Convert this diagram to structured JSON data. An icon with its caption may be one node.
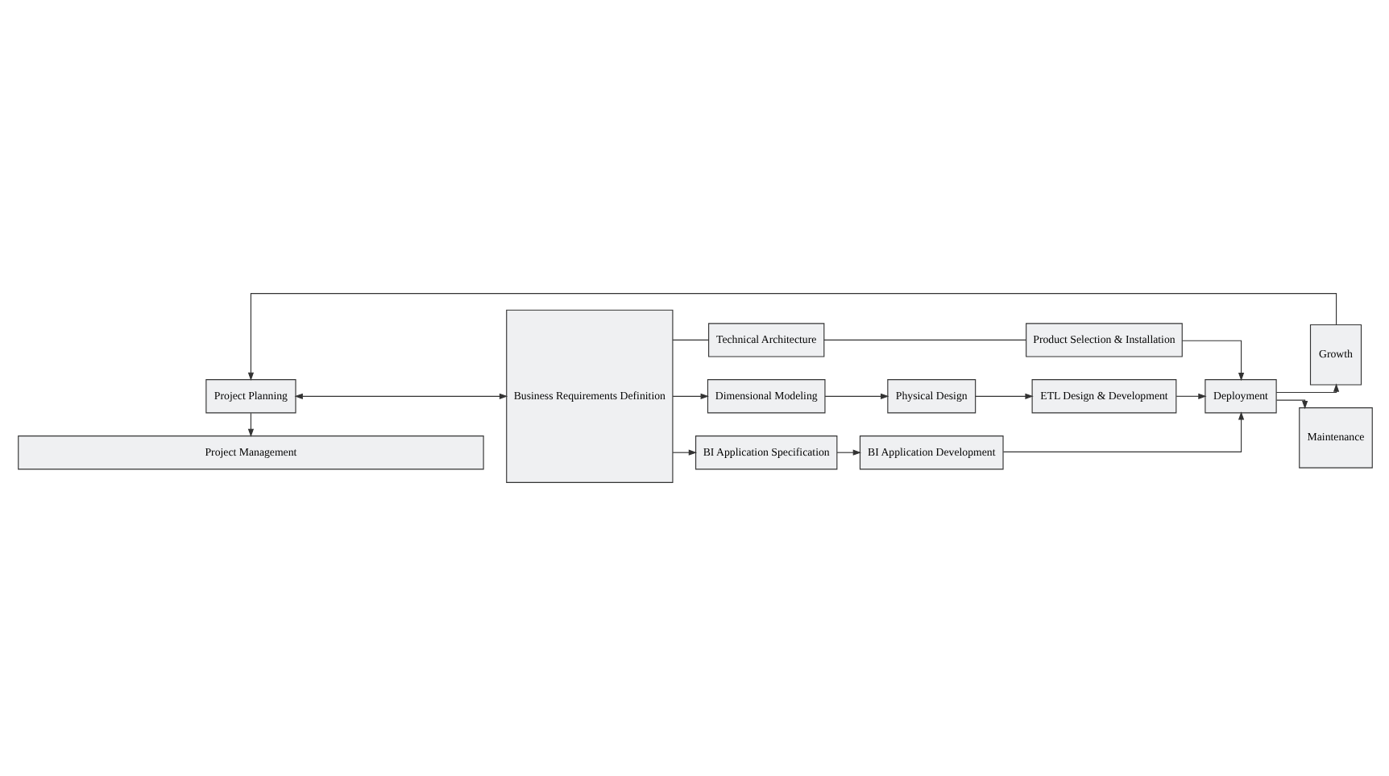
{
  "diagram": {
    "nodes": [
      {
        "text": [
          "Project Planning"
        ]
      },
      {
        "text": [
          "Business Requirements Definition"
        ]
      },
      {
        "text": [
          "Technical Architecture"
        ]
      },
      {
        "text": [
          "Product Selection & Installation"
        ]
      },
      {
        "text": [
          "Dimensional Modeling"
        ]
      },
      {
        "text": [
          "Physical Design"
        ]
      },
      {
        "text": [
          "ETL Design & Development"
        ]
      },
      {
        "text": [
          "BI Application Specification"
        ]
      },
      {
        "text": [
          "BI Application Development"
        ]
      },
      {
        "text": [
          "Deployment"
        ]
      },
      {
        "text": [
          "Growth"
        ]
      },
      {
        "text": [
          "Maintenance"
        ]
      },
      {
        "text": [
          "Project Management"
        ]
      }
    ],
    "edges": [
      {
        "from": 0,
        "to": 1,
        "arrow": "both"
      },
      {
        "from": 1,
        "to": 2,
        "arrow": "none"
      },
      {
        "from": 2,
        "to": 3,
        "arrow": "none"
      },
      {
        "from": 3,
        "to": 9,
        "arrow": "to"
      },
      {
        "from": 1,
        "to": 4,
        "arrow": "to"
      },
      {
        "from": 4,
        "to": 5,
        "arrow": "to"
      },
      {
        "from": 5,
        "to": 6,
        "arrow": "to"
      },
      {
        "from": 6,
        "to": 9,
        "arrow": "to"
      },
      {
        "from": 1,
        "to": 7,
        "arrow": "to"
      },
      {
        "from": 7,
        "to": 8,
        "arrow": "to"
      },
      {
        "from": 8,
        "to": 9,
        "arrow": "to"
      },
      {
        "from": 9,
        "to": 10,
        "arrow": "to"
      },
      {
        "from": 9,
        "to": 11,
        "arrow": "to"
      },
      {
        "from": 10,
        "to": 0,
        "arrow": "to"
      },
      {
        "from": 0,
        "to": 12,
        "arrow": "to"
      }
    ]
  }
}
